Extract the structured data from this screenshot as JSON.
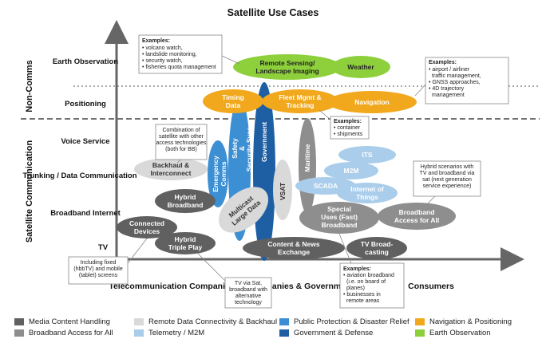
{
  "title": "Satellite Use Cases",
  "colors": {
    "media": "#606060",
    "remote": "#d9d9d9",
    "public": "#3d8fd4",
    "navigation": "#f2a81d",
    "broadband": "#8e8e8e",
    "telemetry": "#a9cdea",
    "government": "#1e5fa4",
    "earth": "#8dd03c"
  },
  "side_labels": {
    "non_comms": "Non-Comms",
    "satellite_comms": "Satellite Communication"
  },
  "row_labels": [
    "Earth Observation",
    "Positioning",
    "Voice Service",
    "Trunking / Data Communication",
    "Broadband Internet",
    "TV"
  ],
  "column_labels": [
    "Telecommunication Companies",
    "Companies & Governments",
    "Consumers"
  ],
  "bubbles": [
    "Remote Sensing/ Landscape Imaging",
    "Weather",
    "Timing Data",
    "Fleet Mgmt & Tracking",
    "Navigation",
    "Emergency Comms",
    "Safety & Security Svcs.",
    "Government",
    "Maritime",
    "VSAT",
    "Backhaul & Interconnect",
    "Hybrid Broadband",
    "Connected Devices",
    "Hybrid Triple Play",
    "Multicast Large Data",
    "ITS",
    "M2M",
    "SCADA",
    "Internet of Things",
    "Special Uses (Fast) Broadband",
    "Broadband Access for All",
    "Content & News Exchange",
    "TV Broad- casting"
  ],
  "callouts": {
    "earth_obs_examples": {
      "title": "Examples:",
      "items": [
        "volcano watch,",
        "landslide monitoring,",
        "security watch,",
        "fisheries quota management"
      ]
    },
    "navigation_examples": {
      "title": "Examples:",
      "items": [
        "airport / airliner traffic management,",
        "GNSS approaches,",
        "4D trajectory management"
      ]
    },
    "fleet_examples": {
      "title": "Examples:",
      "items": [
        "container",
        "shipments"
      ]
    },
    "combination": "Combination of satellite with other access technologies (both for BB)",
    "hybrid_scenarios": "Hybrid scenarios with TV and broadband via sat (next generation service experience)",
    "fixed_tv": "Including fixed (hbbTV) and mobile (tablet) screens",
    "tv_via_sat": "TV via Sat, broadband with alternative technology",
    "aviation_examples": {
      "title": "Examples:",
      "items": [
        "aviation broadband (i.e. on board of planes)",
        "businesses in remote areas"
      ]
    }
  },
  "legend": [
    {
      "label": "Media Content Handling",
      "color_key": "media"
    },
    {
      "label": "Remote Data Connectivity & Backhaul",
      "color_key": "remote"
    },
    {
      "label": "Public Protection & Disaster Relief",
      "color_key": "public"
    },
    {
      "label": "Navigation & Positioning",
      "color_key": "navigation"
    },
    {
      "label": "Broadband Access for All",
      "color_key": "broadband"
    },
    {
      "label": "Telemetry / M2M",
      "color_key": "telemetry"
    },
    {
      "label": "Government & Defense",
      "color_key": "government"
    },
    {
      "label": "Earth Observation",
      "color_key": "earth"
    }
  ]
}
